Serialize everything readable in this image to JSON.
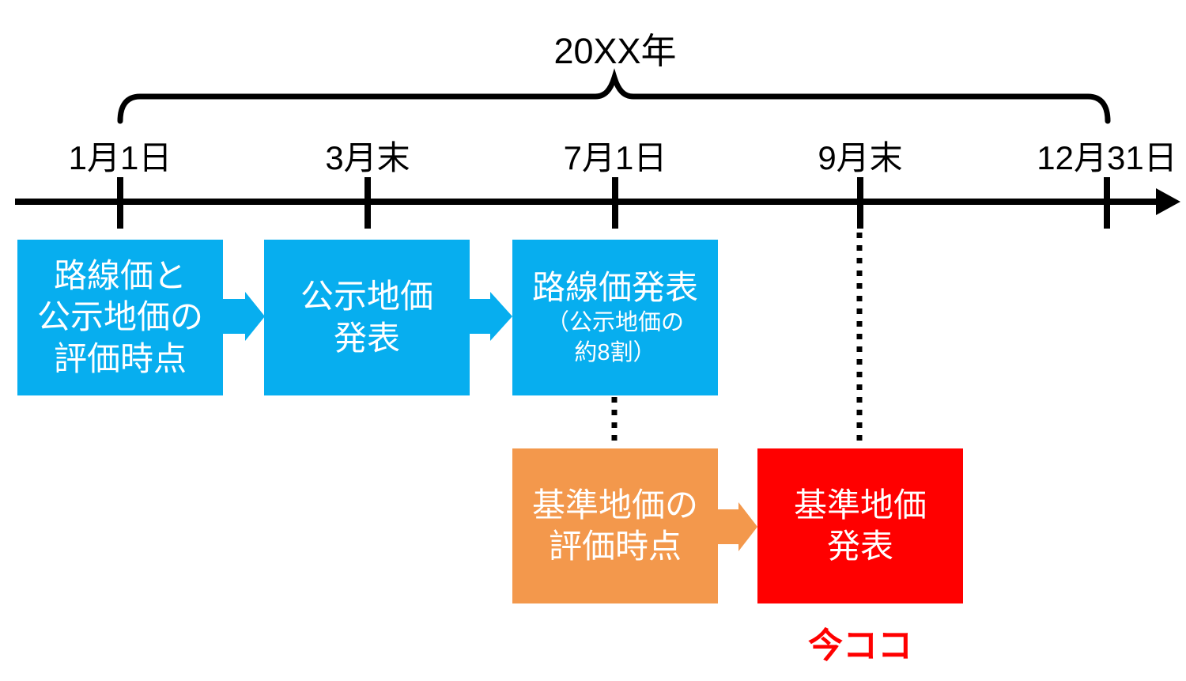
{
  "title": "20XX年",
  "colors": {
    "blue": "#07AEEF",
    "orange": "#F3984C",
    "red": "#FF0000",
    "black": "#000000"
  },
  "timeline": {
    "labels": [
      "1月1日",
      "3月末",
      "7月1日",
      "9月末",
      "12月31日"
    ]
  },
  "boxes": {
    "rosenka_kouji_assessment": {
      "lines": [
        "路線価と",
        "公示地価の",
        "評価時点"
      ]
    },
    "kouji_announcement": {
      "lines": [
        "公示地価",
        "発表"
      ]
    },
    "rosenka_announcement": {
      "main": "路線価発表",
      "sub1": "（公示地価の",
      "sub2": "約8割）"
    },
    "kijun_assessment": {
      "lines": [
        "基準地価の",
        "評価時点"
      ]
    },
    "kijun_announcement": {
      "lines": [
        "基準地価",
        "発表"
      ]
    }
  },
  "now_label": "今ココ"
}
